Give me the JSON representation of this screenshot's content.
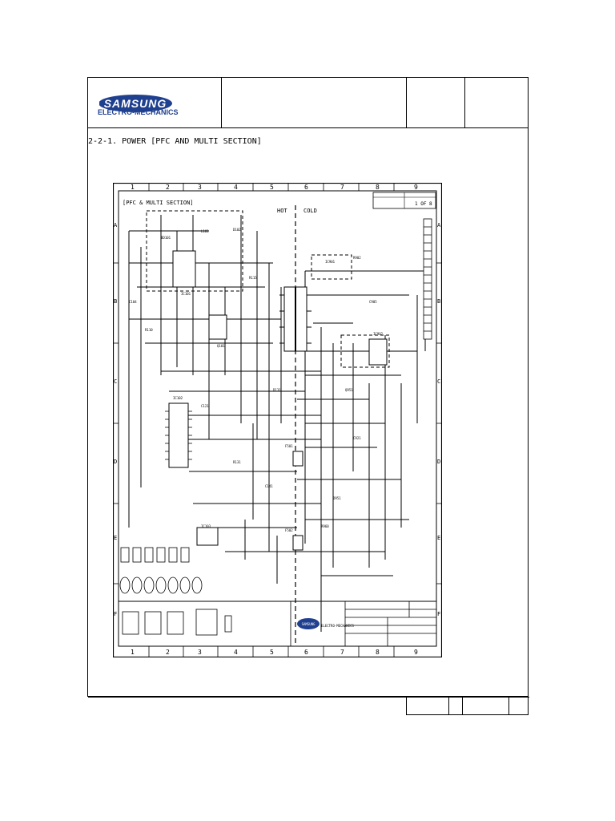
{
  "header": {
    "brand": "SAMSUNG",
    "brand_sub": "ELECTRO-MECHANICS"
  },
  "section_title": "2-2-1. POWER [PFC AND MULTI SECTION]",
  "schematic": {
    "panel_title": "[PFC & MULTI SECTION]",
    "hot_label": "HOT",
    "cold_label": "COLD",
    "sheet_label": "1 OF 8",
    "grid_columns": [
      "1",
      "2",
      "3",
      "4",
      "5",
      "6",
      "7",
      "8",
      "9"
    ],
    "grid_rows": [
      "A",
      "B",
      "C",
      "D",
      "E",
      "F"
    ],
    "title_block_brand": "SAMSUNG",
    "title_block_sub": "ELECTRO-MECHANICS"
  }
}
